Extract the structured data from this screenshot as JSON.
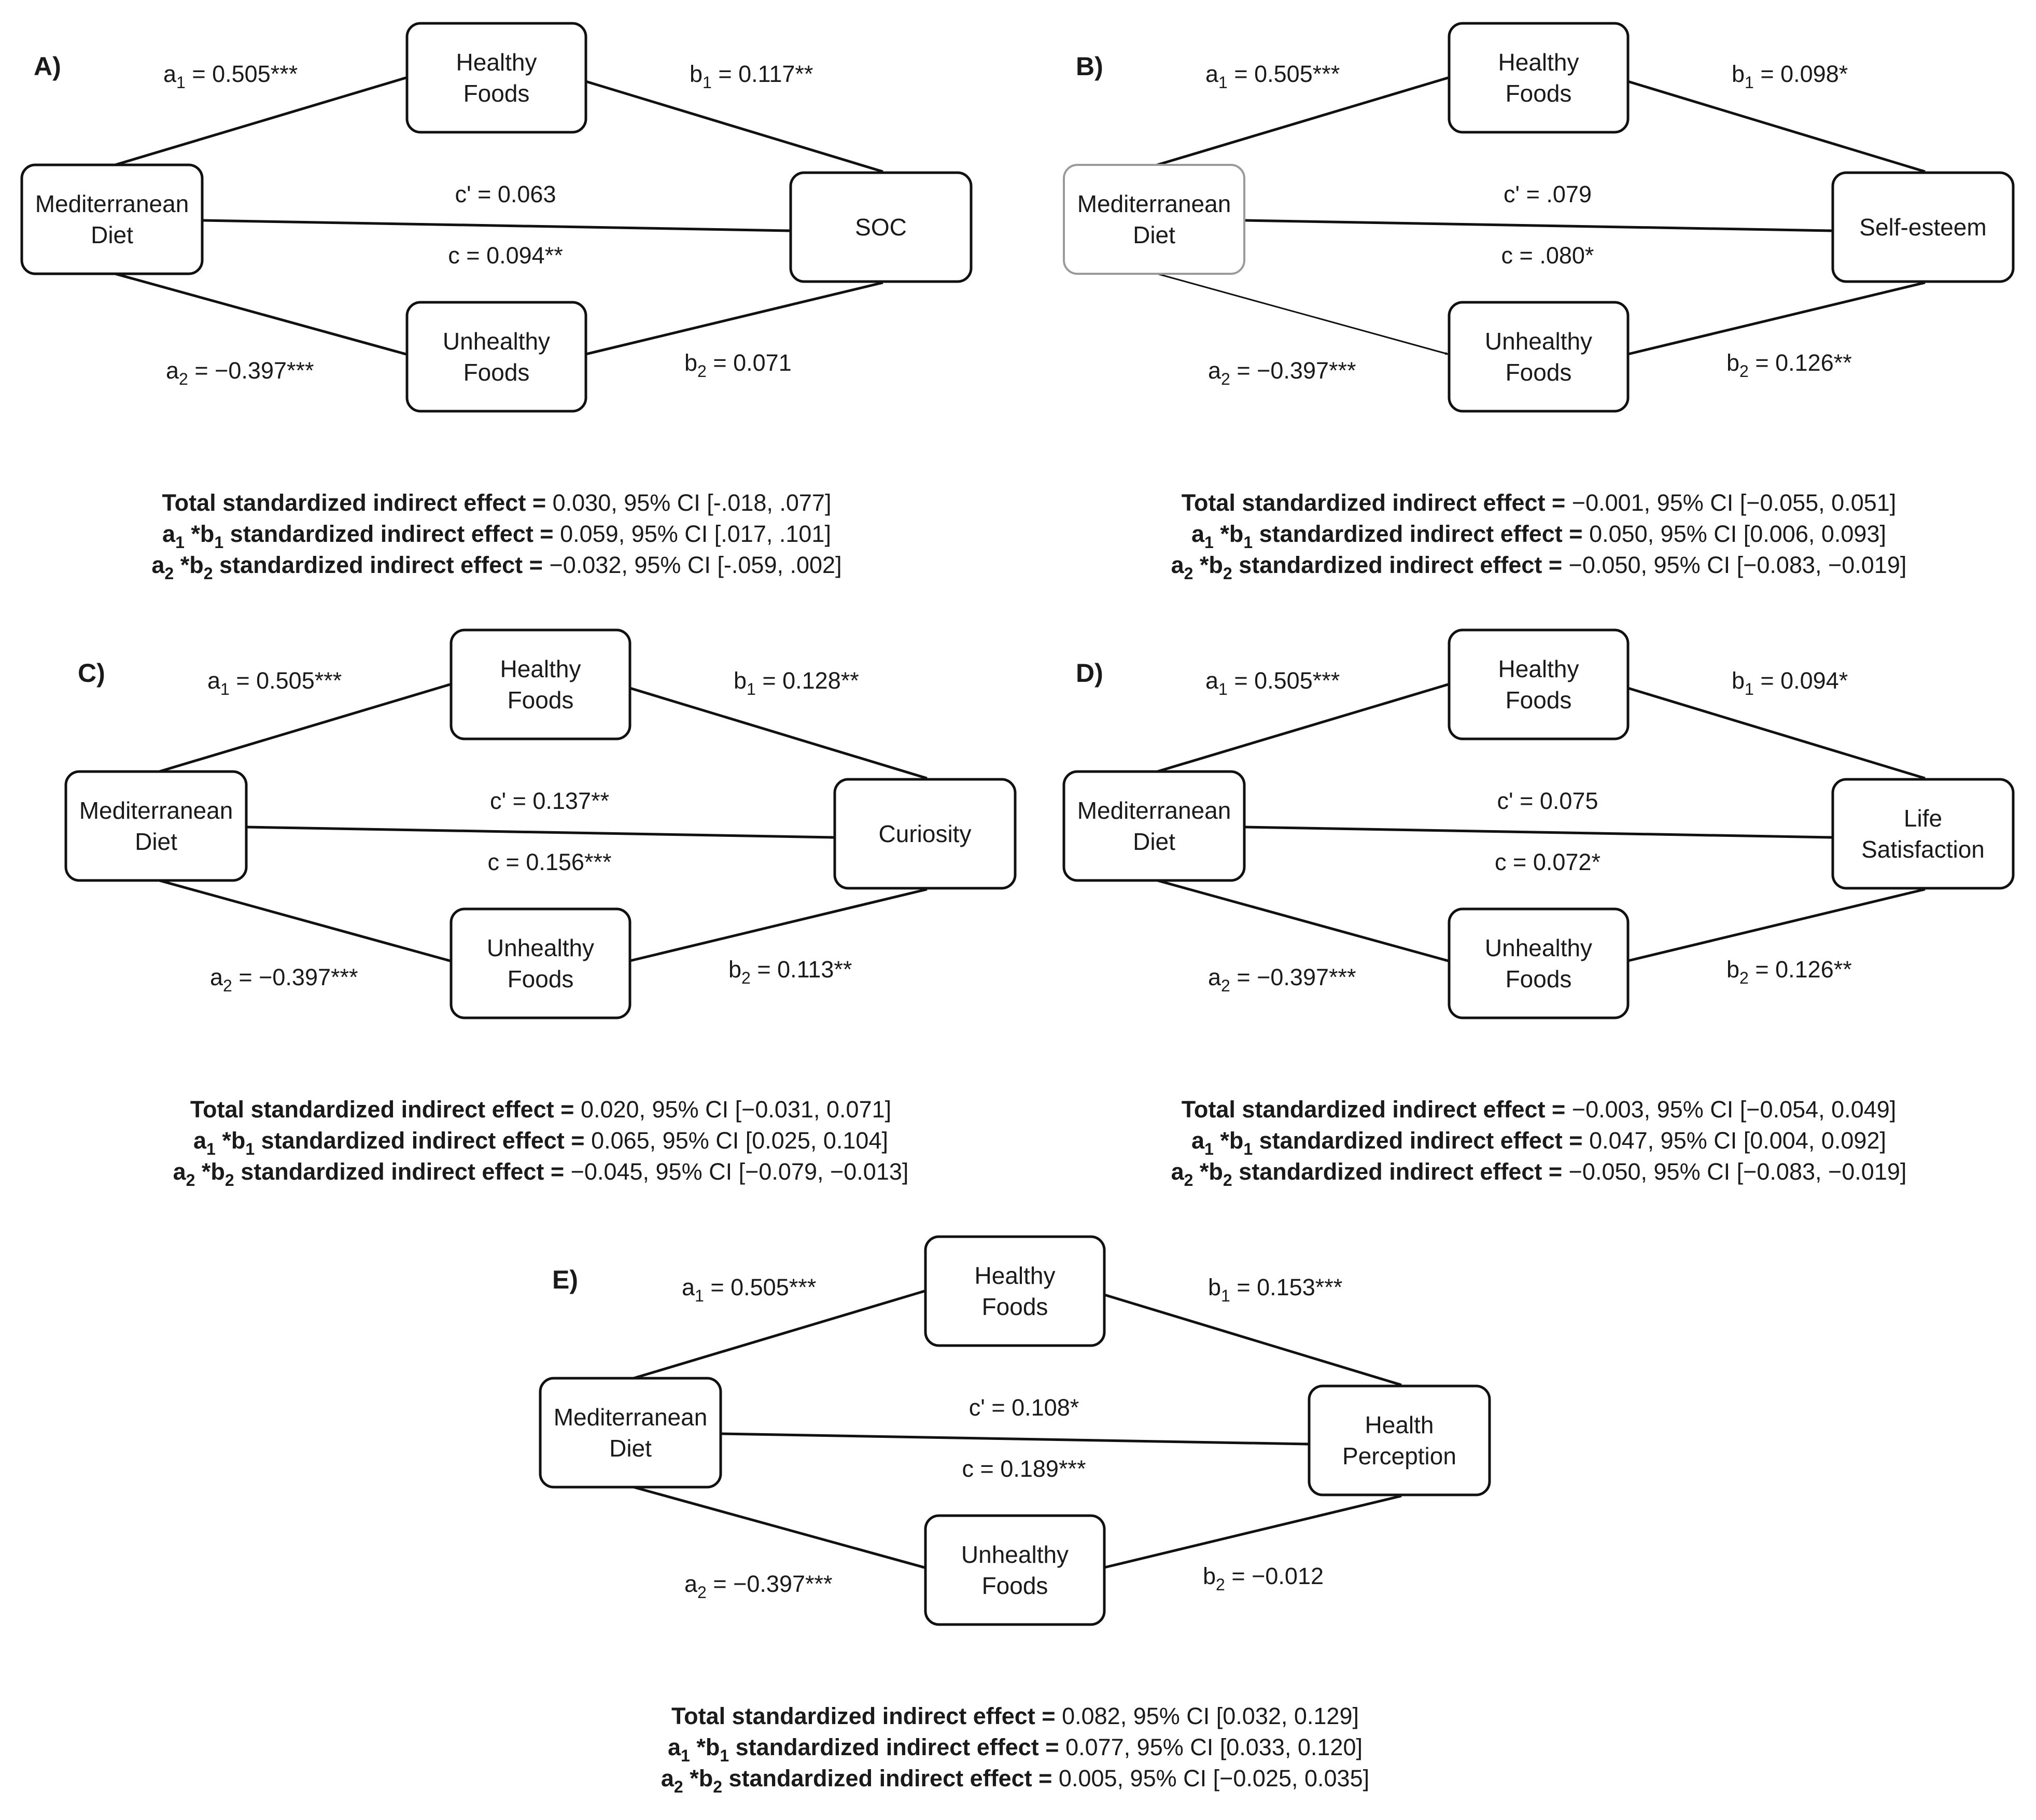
{
  "nodes": {
    "x_line1": "Mediterranean",
    "x_line2": "Diet",
    "m1_line1": "Healthy",
    "m1_line2": "Foods",
    "m2_line1": "Unhealthy",
    "m2_line2": "Foods"
  },
  "path_symbols": {
    "a": "a",
    "b": "b",
    "sub1": "1",
    "sub2": "2",
    "eq": " = ",
    "cprime_prefix": "c' = ",
    "c_prefix": "c = "
  },
  "summary_labels": {
    "total": "Total standardized indirect effect = ",
    "a": "a",
    "b": "b",
    "sub1": "1",
    "sub2": "2",
    "star": " *",
    "std1": " standardized  indirect effect = ",
    "std2": " standardized  indirect effect = "
  },
  "panels": [
    {
      "letter": "A)",
      "outcome": [
        "SOC"
      ],
      "x_light": false,
      "a1": "0.505***",
      "b1": "0.117**",
      "a2": "−0.397***",
      "b2": "0.071",
      "cprime": "0.063",
      "c": "0.094**",
      "total": "0.030, 95% CI [-.018, .077]",
      "ab1": "0.059, 95% CI [.017, .101]",
      "ab2": "−0.032, 95% CI [-.059, .002]"
    },
    {
      "letter": "B)",
      "outcome": [
        "Self-esteem"
      ],
      "x_light": true,
      "a1": "0.505***",
      "b1": "0.098*",
      "a2": "−0.397***",
      "b2": "0.126**",
      "cprime": ".079",
      "c": ".080*",
      "total": "−0.001, 95% CI [−0.055, 0.051]",
      "ab1": "0.050, 95% CI [0.006, 0.093]",
      "ab2": "−0.050, 95% CI [−0.083, −0.019]"
    },
    {
      "letter": "C)",
      "outcome": [
        "Curiosity"
      ],
      "x_light": false,
      "a1": "0.505***",
      "b1": "0.128**",
      "a2": "−0.397***",
      "b2": "0.113**",
      "cprime": "0.137**",
      "c": "0.156***",
      "total": "0.020, 95% CI [−0.031, 0.071]",
      "ab1": "0.065, 95% CI [0.025, 0.104]",
      "ab2": "−0.045, 95% CI [−0.079, −0.013]"
    },
    {
      "letter": "D)",
      "outcome": [
        "Life",
        "Satisfaction"
      ],
      "x_light": false,
      "a1": "0.505***",
      "b1": "0.094*",
      "a2": "−0.397***",
      "b2": "0.126**",
      "cprime": "0.075",
      "c": "0.072*",
      "total": "−0.003, 95% CI [−0.054, 0.049]",
      "ab1": "0.047, 95% CI [0.004, 0.092]",
      "ab2": "−0.050, 95% CI [−0.083, −0.019]"
    },
    {
      "letter": "E)",
      "outcome": [
        "Health",
        "Perception"
      ],
      "x_light": false,
      "a1": "0.505***",
      "b1": "0.153***",
      "a2": "−0.397***",
      "b2": "−0.012",
      "cprime": "0.108*",
      "c": "0.189***",
      "total": "0.082, 95% CI [0.032, 0.129]",
      "ab1": "0.077, 95% CI [0.033, 0.120]",
      "ab2": "0.005, 95% CI [−0.025, 0.035]"
    }
  ]
}
